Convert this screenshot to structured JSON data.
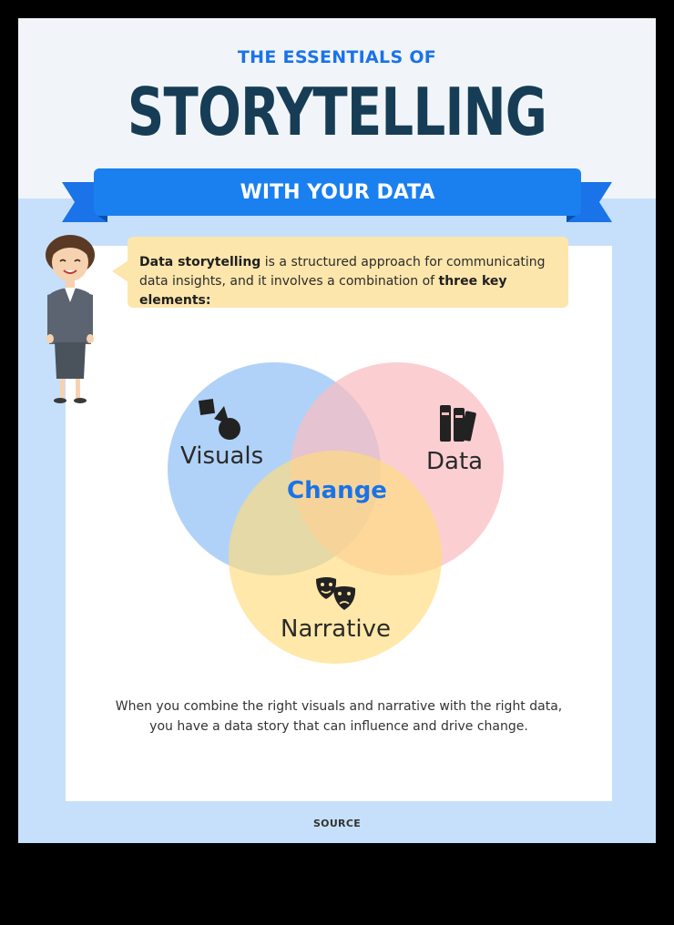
{
  "header": {
    "kicker": "THE ESSENTIALS OF",
    "title": "STORYTELLING",
    "banner": "WITH YOUR DATA"
  },
  "intro": {
    "lead": "Data storytelling",
    "middle": " is a structured approach for communicating data insights, and it involves a combination of ",
    "emphasis": "three key elements:"
  },
  "venn": {
    "visuals": "Visuals",
    "data": "Data",
    "narrative": "Narrative",
    "center": "Change",
    "icons": [
      "shapes-icon",
      "books-icon",
      "theater-masks-icon"
    ]
  },
  "caption": {
    "line1": "When you combine the right visuals and narrative with the right data,",
    "line2": "you have a data story that can influence and drive change."
  },
  "footer": {
    "source": "SOURCE"
  },
  "colors": {
    "accent": "#1a73e8",
    "title": "#163d55",
    "background": "#c6e0fb",
    "bubble": "#fde6ac",
    "visuals_circle": "#a9cdf7",
    "data_circle": "#f9bcc0",
    "narrative_circle": "#ffdc7c"
  }
}
